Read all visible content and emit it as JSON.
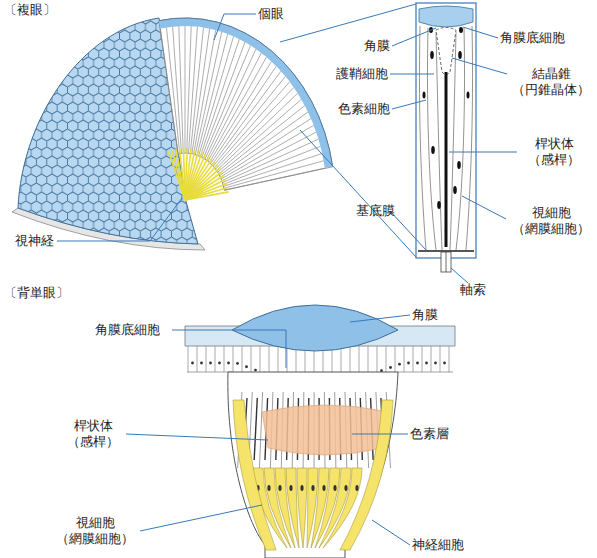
{
  "diagram": {
    "labels": [
      "〔複眼〕",
      "個眼",
      "角膜",
      "角膜底細胞",
      "護鞘細胞",
      "結晶錐 （円錐晶体）",
      "色素細胞",
      "桿状体 （感桿）",
      "基底膜",
      "視細胞 （網膜細胞）",
      "軸索",
      "視神経",
      "〔背単眼〕",
      "角膜",
      "角膜底細胞",
      "桿状体 （感桿）",
      "色素層",
      "視細胞 （網膜細胞）",
      "神経細胞"
    ]
  }
}
